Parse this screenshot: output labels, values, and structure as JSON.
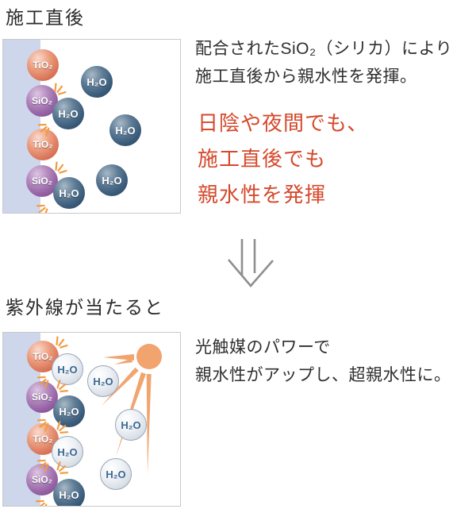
{
  "colors": {
    "highlight_red": "#d5492c",
    "sun_orange": "#f2a46f",
    "sparkle_orange": "#f39b3f",
    "wall_blue": "#cdd6ea",
    "tio2_salmon": "#dd7b5e",
    "sio2_purple": "#9662a5",
    "h2o_dark_blue": "#3c5d7c",
    "h2o_light": "#e5eaf0",
    "arrow_gray": "#8f8f8f"
  },
  "section_before": {
    "title": "施工直後",
    "description_lines": [
      "配合されたSiO₂（シリカ）により",
      "施工直後から親水性を発揮。"
    ],
    "highlight_lines": [
      "日陰や夜間でも、",
      "施工直後でも",
      "親水性を発揮"
    ],
    "diagram": {
      "spheres": [
        {
          "type": "TiO2",
          "label": "TiO₂"
        },
        {
          "type": "SiO2",
          "label": "SiO₂"
        },
        {
          "type": "TiO2",
          "label": "TiO₂"
        },
        {
          "type": "SiO2",
          "label": "SiO₂"
        },
        {
          "type": "H2O",
          "label": "H₂O"
        },
        {
          "type": "H2O",
          "label": "H₂O"
        },
        {
          "type": "H2O",
          "label": "H₂O"
        },
        {
          "type": "H2O",
          "label": "H₂O"
        },
        {
          "type": "H2O",
          "label": "H₂O"
        }
      ]
    }
  },
  "section_after": {
    "title": "紫外線が当たると",
    "description_lines": [
      "光触媒のパワーで",
      "親水性がアップし、超親水性に。"
    ],
    "diagram": {
      "spheres": [
        {
          "type": "TiO2",
          "label": "TiO₂"
        },
        {
          "type": "SiO2",
          "label": "SiO₂"
        },
        {
          "type": "TiO2",
          "label": "TiO₂"
        },
        {
          "type": "SiO2",
          "label": "SiO₂"
        },
        {
          "type": "H2O",
          "label": "H₂O"
        },
        {
          "type": "H2O",
          "label": "H₂O"
        },
        {
          "type": "H2O",
          "label": "H₂O"
        },
        {
          "type": "H2O",
          "label": "H₂O"
        },
        {
          "type": "H2O",
          "label": "H₂O"
        },
        {
          "type": "H2O",
          "label": "H₂O"
        },
        {
          "type": "H2O",
          "label": "H₂O"
        }
      ]
    }
  }
}
